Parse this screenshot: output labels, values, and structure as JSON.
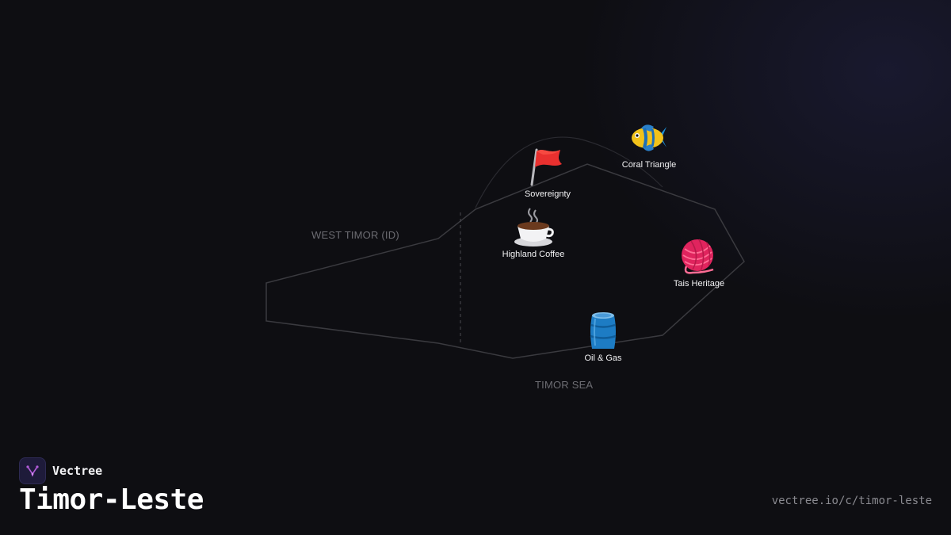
{
  "map": {
    "region_labels": {
      "west_timor": "WEST TIMOR (ID)",
      "timor_sea": "TIMOR SEA"
    },
    "markers": [
      {
        "id": "sovereignty",
        "label": "Sovereignty",
        "icon": "red-flag-icon"
      },
      {
        "id": "coral_triangle",
        "label": "Coral Triangle",
        "icon": "tropical-fish-icon"
      },
      {
        "id": "highland_coffee",
        "label": "Highland Coffee",
        "icon": "hot-coffee-icon"
      },
      {
        "id": "tais_heritage",
        "label": "Tais Heritage",
        "icon": "yarn-ball-icon"
      },
      {
        "id": "oil_gas",
        "label": "Oil & Gas",
        "icon": "oil-barrel-icon"
      }
    ]
  },
  "footer": {
    "brand_name": "Vectree",
    "title": "Timor-Leste",
    "url": "vectree.io/c/timor-leste"
  },
  "colors": {
    "background": "#0e0e12",
    "outline": "#3a3a3f",
    "brand_accent": "#b15bd8"
  }
}
